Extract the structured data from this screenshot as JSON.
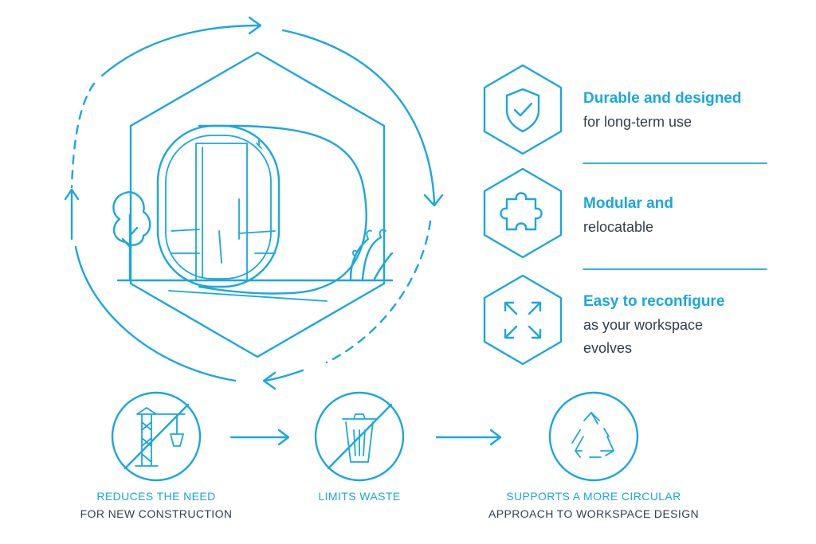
{
  "colors": {
    "accent": "#1aa7dd",
    "text": "#2f3e4e",
    "background": "#ffffff"
  },
  "features": [
    {
      "icon": "shield-check-icon",
      "title": "Durable and designed",
      "subtitle_lines": [
        "for long-term use"
      ]
    },
    {
      "icon": "puzzle-piece-icon",
      "title": "Modular and",
      "subtitle_lines": [
        "relocatable"
      ]
    },
    {
      "icon": "expand-arrows-icon",
      "title": "Easy to reconfigure",
      "subtitle_lines": [
        "as your workspace",
        "evolves"
      ]
    }
  ],
  "benefits": [
    {
      "icon": "crane-crossed-icon",
      "line1": "REDUCES THE NEED",
      "line2": "FOR NEW CONSTRUCTION"
    },
    {
      "icon": "trash-crossed-icon",
      "line1": "LIMITS WASTE",
      "line2": ""
    },
    {
      "icon": "recycle-icon",
      "line1": "SUPPORTS A MORE CIRCULAR",
      "line2": "APPROACH TO WORKSPACE DESIGN"
    }
  ],
  "illustration": {
    "icon": "office-pod-icon"
  }
}
